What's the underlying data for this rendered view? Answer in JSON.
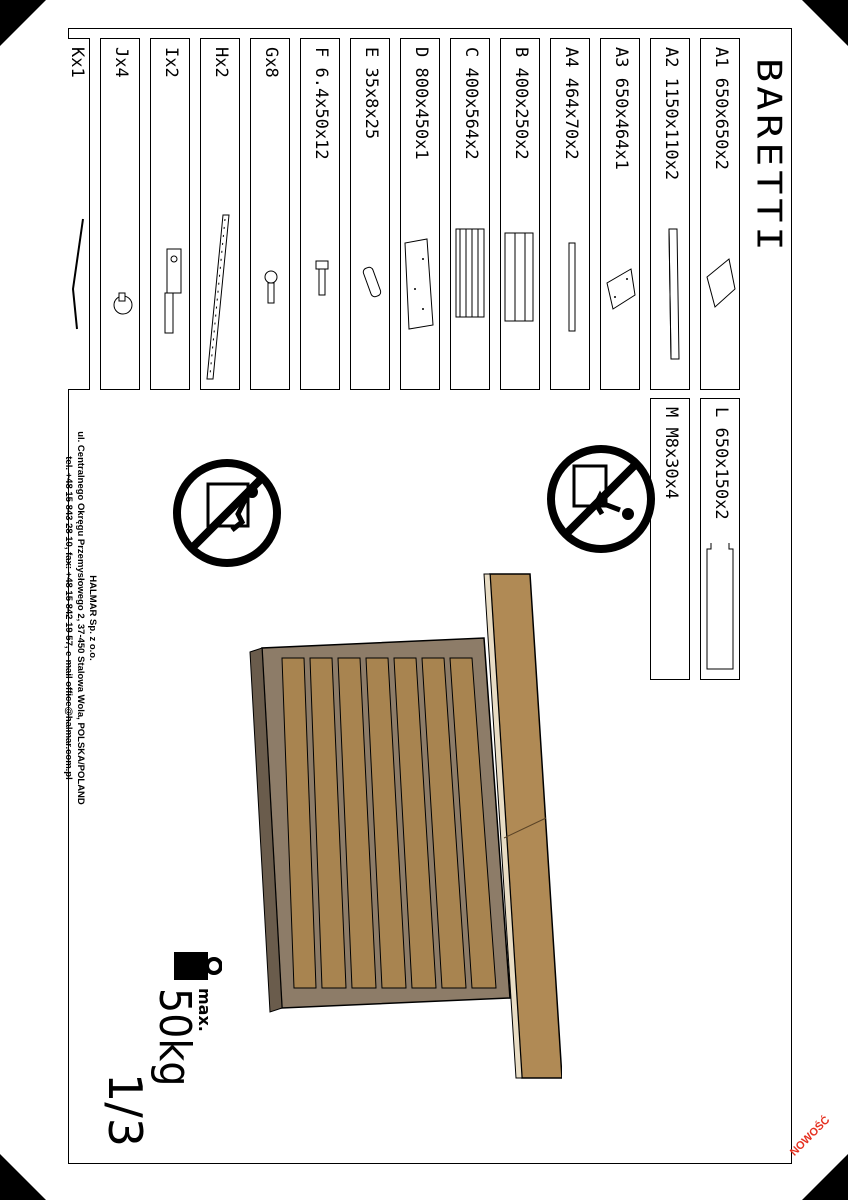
{
  "title": "BARETTI",
  "parts": [
    {
      "label": "A1 650x650x2"
    },
    {
      "label": "A2 1150x110x2"
    },
    {
      "label": "A3 650x464x1"
    },
    {
      "label": "A4 464x70x2"
    },
    {
      "label": "B 400x250x2"
    },
    {
      "label": "C 400x564x2"
    },
    {
      "label": "D 800x450x1"
    },
    {
      "label": "E 35x8x25"
    },
    {
      "label": "F 6.4x50x12"
    },
    {
      "label": "Gx8"
    },
    {
      "label": "Hx2"
    },
    {
      "label": "Ix2"
    },
    {
      "label": "Jx4"
    },
    {
      "label": "Kx1"
    }
  ],
  "extra_parts": [
    {
      "label": "L 650x150x2"
    },
    {
      "label": "M M8x30x4"
    }
  ],
  "max_label": "max.",
  "max_weight": "50kg",
  "page_number": "1/3",
  "company": {
    "name": "HALMAR Sp. z o.o.",
    "address": "ul. Centralnego Okręgu Przemysłowego 2, 37-450 Stalowa Wola, POLSKA/POLAND",
    "contact": "tel. +48 15 843 28 10, fax: +48 15 842 19 57, e-mail office@halmar.com.pl"
  },
  "badge": "NOWOŚĆ",
  "colors": {
    "wood": "#b08a55",
    "wood_dark": "#7a6a58",
    "badge": "#e53020"
  }
}
